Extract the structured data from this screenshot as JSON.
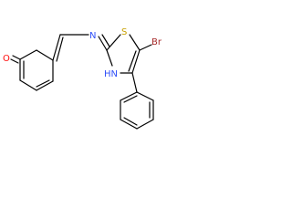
{
  "structure": {
    "atoms": {
      "oxygen": {
        "symbol": "O",
        "color": "#ff0d0d"
      },
      "nitrogen_imine": {
        "symbol": "N",
        "color": "#3050f8"
      },
      "sulfur": {
        "symbol": "S",
        "color": "#c8a000"
      },
      "bromine": {
        "symbol": "Br",
        "color": "#a62929"
      },
      "nitrogen_ring": {
        "symbol": "HN",
        "color": "#3050f8"
      }
    },
    "bond_color": "#000000"
  }
}
